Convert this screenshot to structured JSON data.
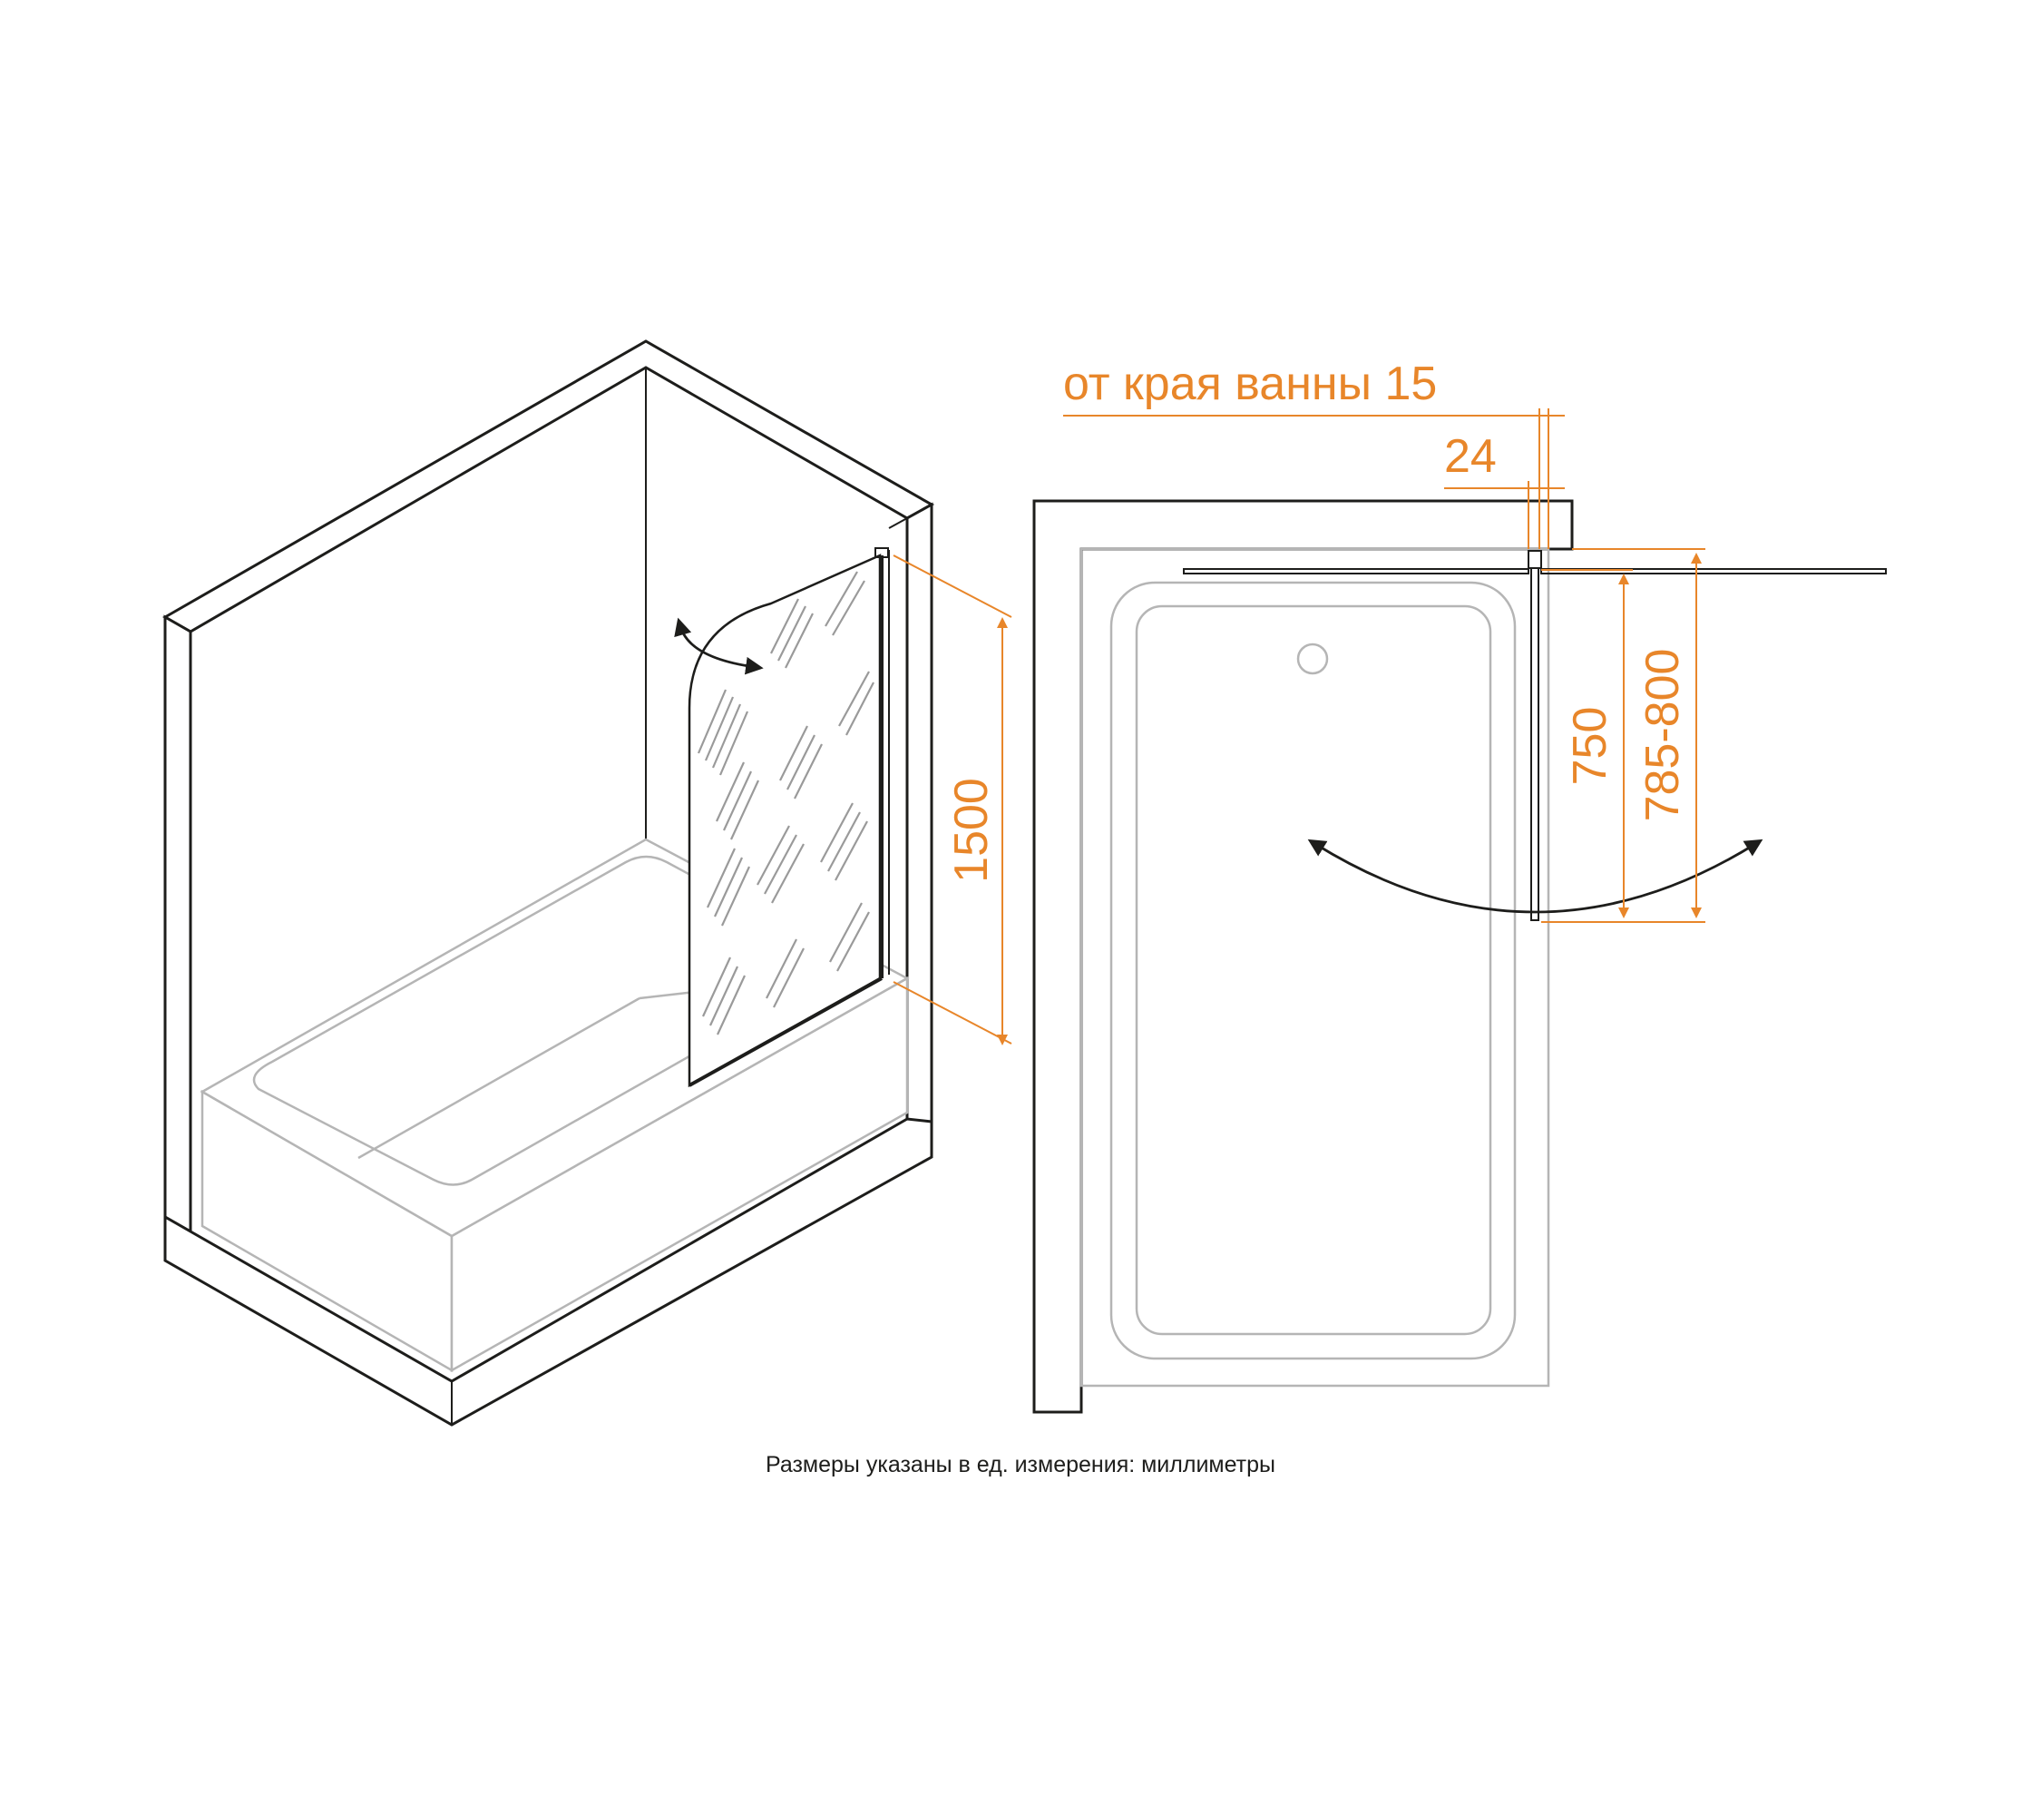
{
  "dimensions": {
    "panel_height": "1500",
    "offset_from_tub_edge": "от края ванны 15",
    "profile_width": "24",
    "panel_width": "750",
    "install_width": "785-800"
  },
  "caption": "Размеры указаны в ед. измерения: миллиметры",
  "colors": {
    "dimension": "#e8862a",
    "line": "#1d1d1b",
    "secondary_line": "#b5b5b5"
  },
  "icons": [
    "swing-arrow-icon",
    "double-swing-arrow-icon",
    "drain-icon"
  ]
}
